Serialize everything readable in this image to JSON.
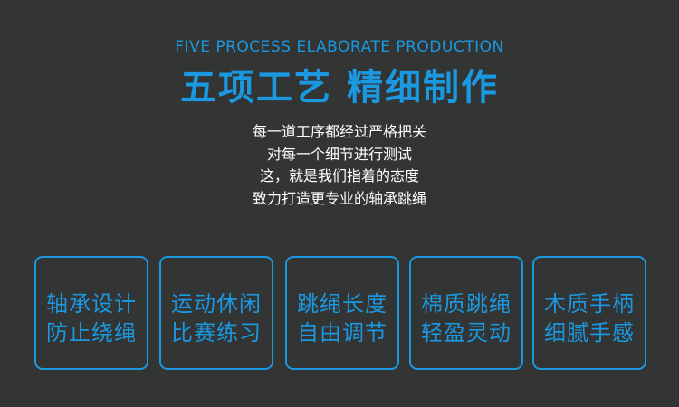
{
  "header": {
    "subtitle_en": "FIVE PROCESS ELABORATE PRODUCTION",
    "title_cn": "五项工艺 精细制作"
  },
  "description": {
    "lines": [
      "每一道工序都经过严格把关",
      "对每一个细节进行测试",
      "这，就是我们指着的态度",
      "致力打造更专业的轴承跳绳"
    ]
  },
  "features": [
    {
      "line1": "轴承设计",
      "line2": "防止绕绳"
    },
    {
      "line1": "运动休闲",
      "line2": "比赛练习"
    },
    {
      "line1": "跳绳长度",
      "line2": "自由调节"
    },
    {
      "line1": "棉质跳绳",
      "line2": "轻盈灵动"
    },
    {
      "line1": "木质手柄",
      "line2": "细腻手感"
    }
  ],
  "colors": {
    "background": "#333434",
    "accent_blue": "#1a98e0",
    "text_white": "#ffffff"
  }
}
